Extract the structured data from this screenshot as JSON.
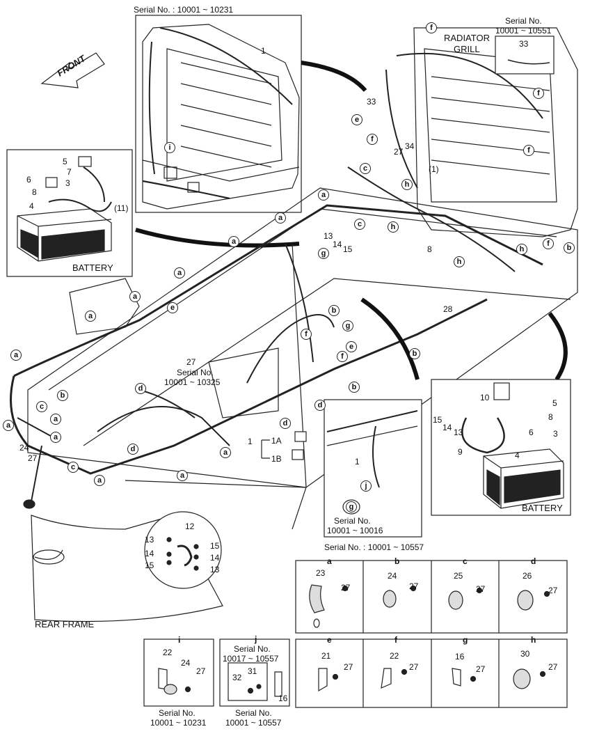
{
  "serials": {
    "top_inset": "Serial No. : 10001 ~ 10231",
    "radiator_title": "Serial No.",
    "radiator_range": "10001 ~ 10551",
    "mid_27_title": "Serial No.",
    "mid_27_range": "10001 ~ 10325",
    "inset_g_title": "Serial No.",
    "inset_g_range": "10001 ~ 10016",
    "inset_g_footer": "Serial No. : 10001 ~ 10557",
    "box_i_title": "Serial No.",
    "box_i_range": "10001 ~ 10231",
    "box_j_head_title": "Serial No.",
    "box_j_head_range": "10017 ~ 10557",
    "box_j_title": "Serial No.",
    "box_j_range": "10001 ~ 10557"
  },
  "labels": {
    "front": "FRONT",
    "radiator": "RADIATOR",
    "grill": "GRILL",
    "battery_left": "BATTERY",
    "battery_right": "BATTERY",
    "rear_frame": "REAR FRAME"
  },
  "part_numbers": {
    "n1": "1",
    "n1a": "1A",
    "n1b": "1B",
    "n1_main": "1",
    "n1_inset": "1",
    "n3": "3",
    "n4": "4",
    "n5": "5",
    "n6": "6",
    "n7": "7",
    "n8": "8",
    "n11": "(11)",
    "n1p": "(1)",
    "n8_main": "8",
    "n13": "13",
    "n14": "14",
    "n15": "15",
    "n27_top": "27",
    "n34": "34",
    "n33_top": "33",
    "n33_left": "33",
    "n28": "28",
    "n24": "24",
    "n27_left": "27",
    "n27_mid": "27",
    "r10": "10",
    "r5": "5",
    "r8": "8",
    "r15": "15",
    "r14": "14",
    "r13": "13",
    "r6": "6",
    "r3": "3",
    "r9": "9",
    "r4": "4",
    "d12": "12",
    "d13a": "13",
    "d14a": "14",
    "d15a": "15",
    "d15b": "15",
    "d14b": "14",
    "d13b": "13"
  },
  "callout_letters": {
    "a": "a",
    "b": "b",
    "c": "c",
    "d": "d",
    "e": "e",
    "f": "f",
    "g": "g",
    "h": "h",
    "i": "i",
    "j": "j"
  },
  "detail_boxes": [
    {
      "letter": "a",
      "part": "23",
      "bolt": "27"
    },
    {
      "letter": "b",
      "part": "24",
      "bolt": "27"
    },
    {
      "letter": "c",
      "part": "25",
      "bolt": "27"
    },
    {
      "letter": "d",
      "part": "26",
      "bolt": "27"
    },
    {
      "letter": "e",
      "part": "21",
      "bolt": "27"
    },
    {
      "letter": "f",
      "part": "22",
      "bolt": "27"
    },
    {
      "letter": "g",
      "part": "16",
      "bolt": "27"
    },
    {
      "letter": "h",
      "part": "30",
      "bolt": "27"
    }
  ],
  "box_i": {
    "letter": "i",
    "p1": "22",
    "p2": "24",
    "p3": "27"
  },
  "box_j": {
    "letter": "j",
    "p1": "32",
    "p2": "31",
    "p3": "16"
  }
}
